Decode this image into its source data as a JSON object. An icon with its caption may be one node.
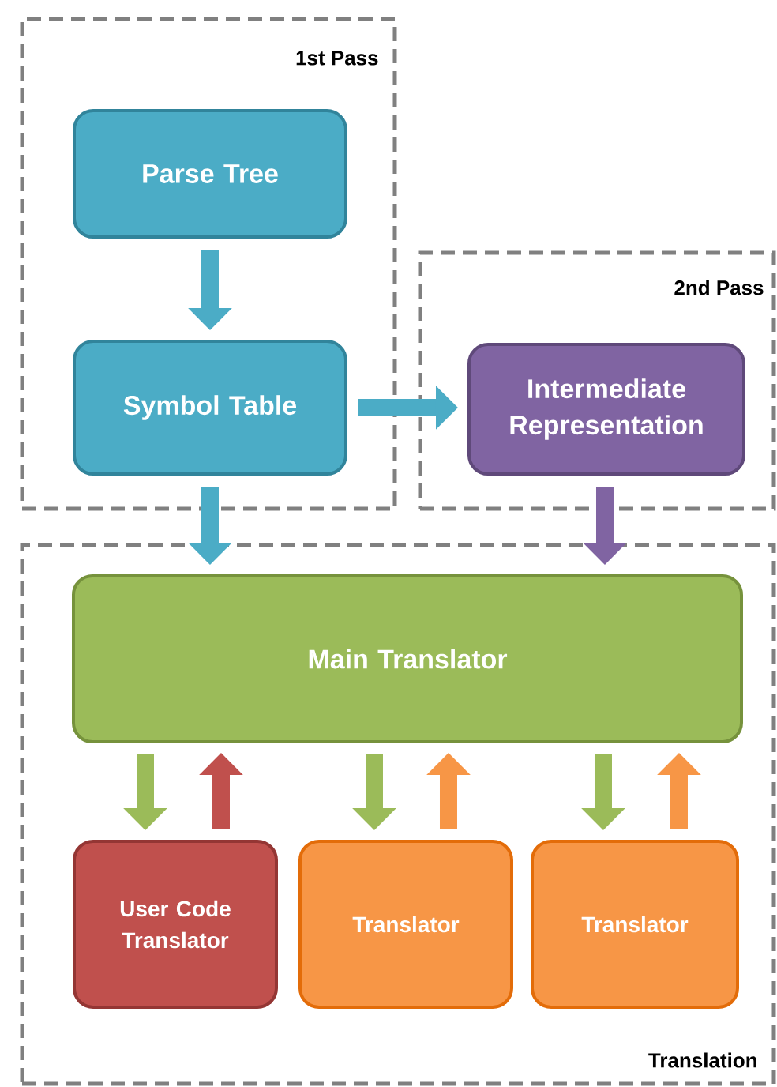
{
  "diagram": {
    "nodes": [
      {
        "text": [
          "1st Pass"
        ]
      },
      {
        "text": [
          "Parse Tree"
        ],
        "in": 0
      },
      {
        "text": [
          "Symbol Table"
        ],
        "in": 0
      },
      {
        "text": [
          "2nd Pass"
        ]
      },
      {
        "text": [
          "Intermediate Representation"
        ],
        "in": 3
      },
      {
        "text": [
          "Translation"
        ]
      },
      {
        "text": [
          "Main Translator"
        ],
        "in": 5
      },
      {
        "text": [
          "User Code Translator"
        ],
        "in": 5
      },
      {
        "text": [
          "Translator"
        ],
        "in": 5
      },
      {
        "text": [
          "Translator"
        ],
        "in": 5
      }
    ],
    "edges": [
      {
        "from": 1,
        "to": 2,
        "arrow": "to",
        "color": "#4bacc6"
      },
      {
        "from": 2,
        "to": 4,
        "arrow": "to",
        "color": "#4bacc6"
      },
      {
        "from": 2,
        "to": 6,
        "arrow": "to",
        "color": "#4bacc6"
      },
      {
        "from": 4,
        "to": 6,
        "arrow": "to",
        "color": "#8064a2"
      },
      {
        "from": 6,
        "to": 7,
        "arrow": "to",
        "color": "#9bbb59"
      },
      {
        "from": 7,
        "to": 6,
        "arrow": "to",
        "color": "#c0504d"
      },
      {
        "from": 6,
        "to": 8,
        "arrow": "to",
        "color": "#9bbb59"
      },
      {
        "from": 8,
        "to": 6,
        "arrow": "to",
        "color": "#f79646"
      },
      {
        "from": 6,
        "to": 9,
        "arrow": "to",
        "color": "#9bbb59"
      },
      {
        "from": 9,
        "to": 6,
        "arrow": "to",
        "color": "#f79646"
      }
    ]
  }
}
